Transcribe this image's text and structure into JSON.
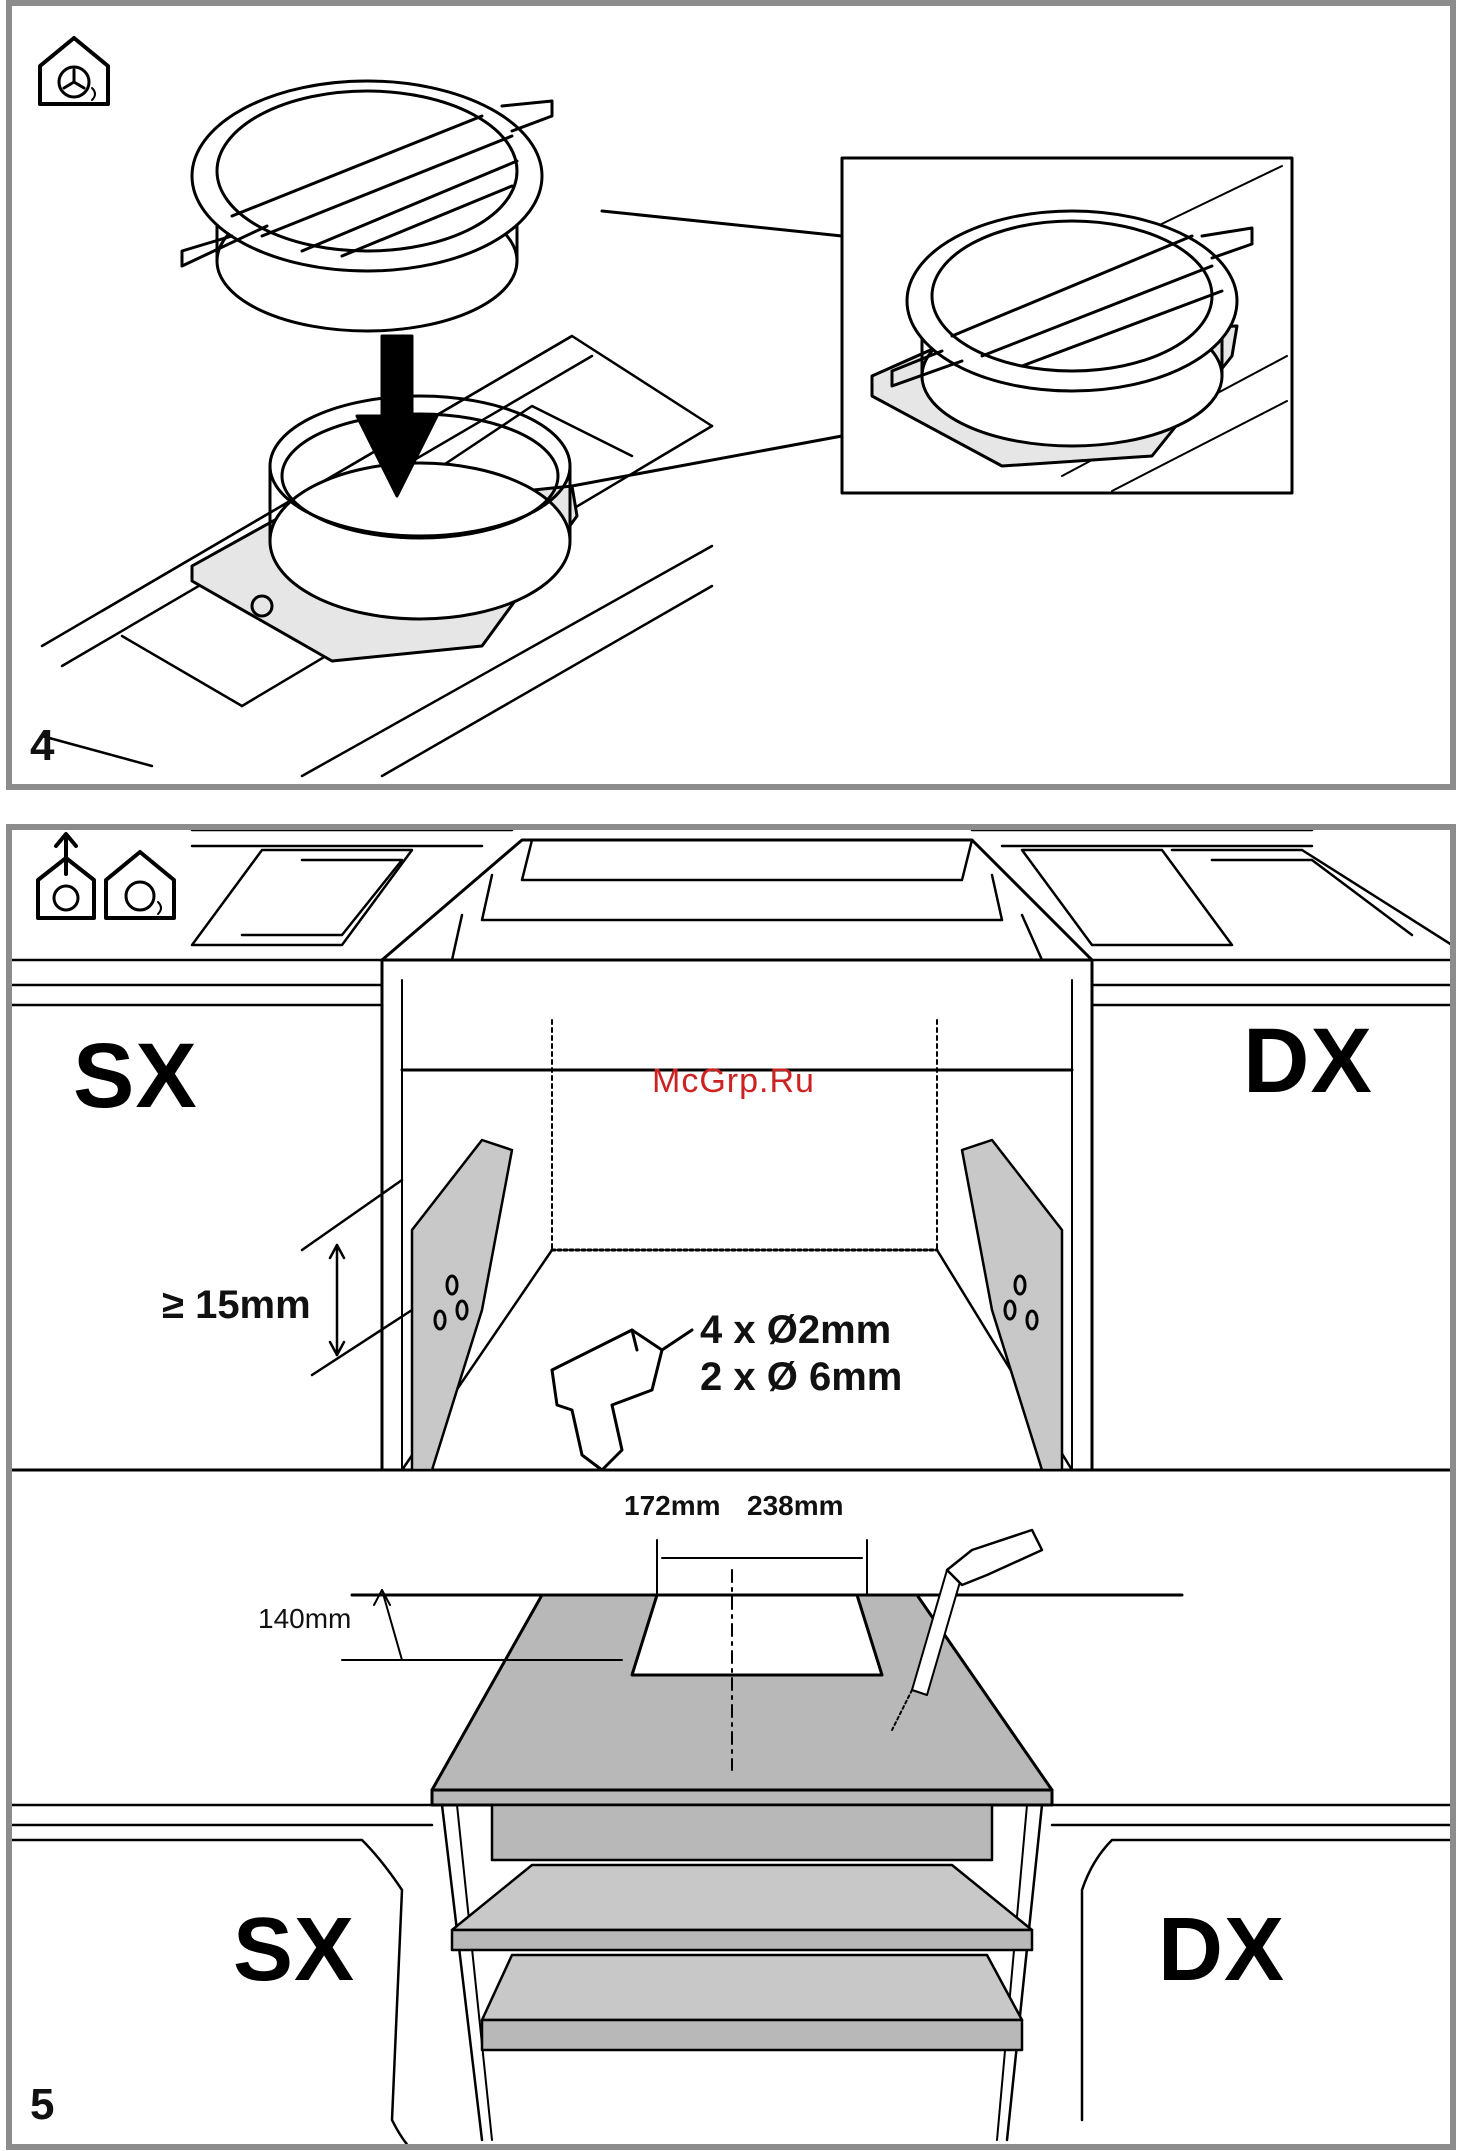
{
  "figure4": {
    "number": "4",
    "icon": "house-fan-recirculation-icon"
  },
  "figure5": {
    "number": "5",
    "icons": [
      "house-fan-extraction-icon",
      "house-fan-recirculation-icon"
    ],
    "top_left_label": "SX",
    "top_right_label": "DX",
    "bottom_left_label": "SX",
    "bottom_right_label": "DX",
    "clearance": "≥ 15mm",
    "holes_line1": "4 x Ø2mm",
    "holes_line2": "2 x Ø 6mm",
    "cut_left": "172mm",
    "cut_right": "238mm",
    "depth": "140mm",
    "watermark": "McGrp.Ru"
  },
  "colors": {
    "frame": "#8c8c8c",
    "panel_gray": "#b8b8b8",
    "shelf_gray": "#c8c8c8",
    "watermark": "#cc2222"
  }
}
